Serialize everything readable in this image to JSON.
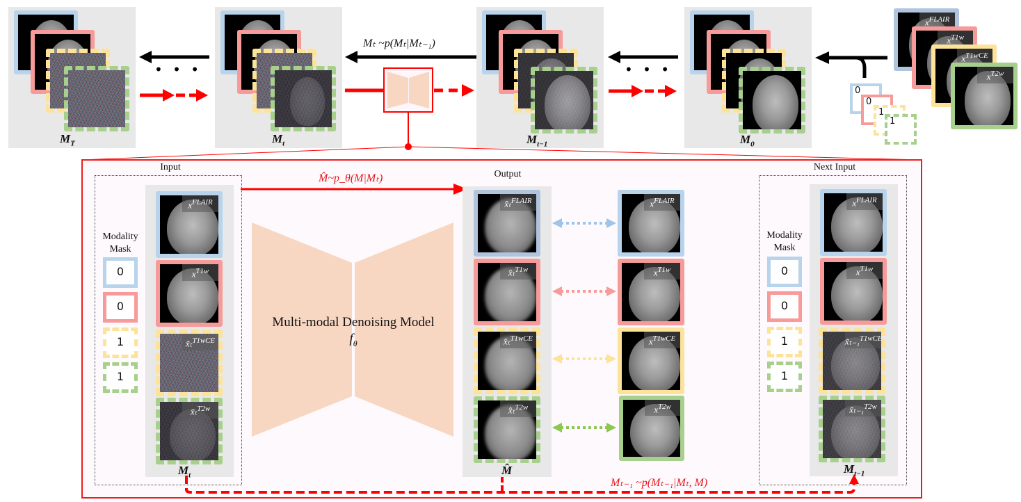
{
  "diagram": {
    "top_row": {
      "states": [
        {
          "id": "MT",
          "label": "M",
          "sub": "T"
        },
        {
          "id": "Mt",
          "label": "M",
          "sub": "t"
        },
        {
          "id": "Mt-1",
          "label": "M",
          "sub": "t−1"
        },
        {
          "id": "M0",
          "label": "M",
          "sub": "0"
        }
      ],
      "ellipsis": "• • •",
      "forward_arrow_label": "M_t ~p(M_t|M_{t−1})",
      "forward_arrow_text": "Mₜ ~p(Mₜ|Mₜ₋₁)",
      "source_modalities": [
        {
          "name": "FLAIR",
          "label": "x",
          "sup": "FLAIR",
          "color": "#b8d3ec"
        },
        {
          "name": "T1w",
          "label": "x",
          "sup": "T1w",
          "color": "#f79a9a"
        },
        {
          "name": "T1wCE",
          "label": "x",
          "sup": "T1wCE",
          "color": "#fde39a"
        },
        {
          "name": "T2w",
          "label": "x",
          "sup": "T2w",
          "color": "#a8d08d"
        }
      ],
      "mini_mask_values": [
        "0",
        "0",
        "1",
        "1"
      ]
    },
    "detail": {
      "input_title": "Input",
      "output_title": "Output",
      "next_input_title": "Next Input",
      "modality_mask_label_line1": "Modality",
      "modality_mask_label_line2": "Mask",
      "mask_values": [
        "0",
        "0",
        "1",
        "1"
      ],
      "input_slices": [
        {
          "label": "x",
          "sup": "FLAIR"
        },
        {
          "label": "x",
          "sup": "T1w"
        },
        {
          "label": "x̃ₜ",
          "sup": "T1wCE"
        },
        {
          "label": "x̃ₜ",
          "sup": "T2w"
        }
      ],
      "input_state_label": "M",
      "input_state_sub": "t",
      "model_arrow_text": "M̂~p_θ(M|Mₜ)",
      "model_name": "Multi-modal Denoising Model",
      "model_symbol": "f",
      "model_symbol_sub": "θ",
      "output_slices": [
        {
          "label": "x̂ₜ",
          "sup": "FLAIR"
        },
        {
          "label": "x̂ₜ",
          "sup": "T1w"
        },
        {
          "label": "x̂ₜ",
          "sup": "T1wCE"
        },
        {
          "label": "x̂ₜ",
          "sup": "T2w"
        }
      ],
      "output_state_label": "M̂",
      "ground_truth_slices": [
        {
          "label": "x",
          "sup": "FLAIR"
        },
        {
          "label": "x",
          "sup": "T1w"
        },
        {
          "label": "x",
          "sup": "T1wCE"
        },
        {
          "label": "x",
          "sup": "T2w"
        }
      ],
      "next_slices": [
        {
          "label": "x",
          "sup": "FLAIR"
        },
        {
          "label": "x",
          "sup": "T1w"
        },
        {
          "label": "x̃ₜ₋₁",
          "sup": "T1wCE"
        },
        {
          "label": "x̃ₜ₋₁",
          "sup": "T2w"
        }
      ],
      "next_state_label": "M",
      "next_state_sub": "t−1",
      "reverse_arrow_text": "Mₜ₋₁ ~p(Mₜ₋₁|Mₜ, M)"
    },
    "colors": {
      "flair": "#b8d3ec",
      "t1w": "#f79a9a",
      "t1wce": "#fde39a",
      "t2w": "#a8d08d",
      "accent_red": "#ee1c1c",
      "model_fill": "#f8d7c2"
    }
  }
}
